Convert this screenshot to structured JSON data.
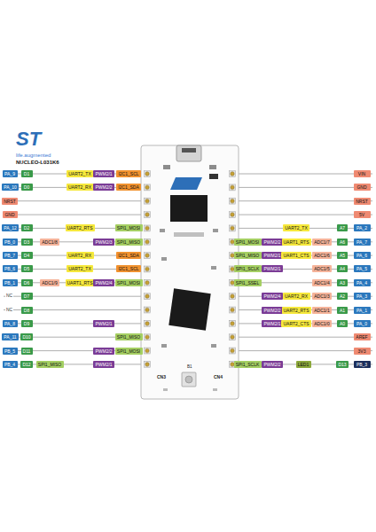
{
  "diagram": {
    "nodes": [
      {
        "text": [
          "PA_9"
        ]
      },
      {
        "text": [
          "D1"
        ]
      },
      {
        "text": [
          "UART2_TX"
        ]
      },
      {
        "text": [
          "PWM2/1"
        ]
      },
      {
        "text": [
          "I2C1_SCL"
        ]
      },
      {
        "text": [
          "VIN"
        ]
      },
      {
        "text": [
          "PA_10"
        ]
      },
      {
        "text": [
          "D0"
        ]
      },
      {
        "text": [
          "UART2_RX"
        ]
      },
      {
        "text": [
          "PWM2/2"
        ]
      },
      {
        "text": [
          "I2C1_SDA"
        ]
      },
      {
        "text": [
          "GND"
        ]
      },
      {
        "text": [
          "NRST"
        ]
      },
      {
        "text": [
          "NRST"
        ]
      },
      {
        "text": [
          "GND"
        ]
      },
      {
        "text": [
          "5V"
        ]
      },
      {
        "text": [
          "PA_12"
        ]
      },
      {
        "text": [
          "D2"
        ]
      },
      {
        "text": [
          "UART2_RTS"
        ]
      },
      {
        "text": [
          "SPI1_MOSI"
        ]
      },
      {
        "text": [
          "UART2_TX"
        ]
      },
      {
        "text": [
          "A7"
        ]
      },
      {
        "text": [
          "PA_2"
        ]
      },
      {
        "text": [
          "PB_0"
        ]
      },
      {
        "text": [
          "D3"
        ]
      },
      {
        "text": [
          "ADC1/8"
        ]
      },
      {
        "text": [
          "PWM2/3"
        ]
      },
      {
        "text": [
          "SPI1_MISO"
        ]
      },
      {
        "text": [
          "SPI1_MOSI"
        ]
      },
      {
        "text": [
          "PWM2/2"
        ]
      },
      {
        "text": [
          "UART1_RTS"
        ]
      },
      {
        "text": [
          "ADC1/7"
        ]
      },
      {
        "text": [
          "A6"
        ]
      },
      {
        "text": [
          "PA_7"
        ]
      },
      {
        "text": [
          "PB_7"
        ]
      },
      {
        "text": [
          "D4"
        ]
      },
      {
        "text": [
          "UART2_RX"
        ]
      },
      {
        "text": [
          "I2C1_SDA"
        ]
      },
      {
        "text": [
          "SPI1_MISO"
        ]
      },
      {
        "text": [
          "PWM2/1"
        ]
      },
      {
        "text": [
          "UART1_CTS"
        ]
      },
      {
        "text": [
          "ADC1/6"
        ]
      },
      {
        "text": [
          "A5"
        ]
      },
      {
        "text": [
          "PA_6"
        ]
      },
      {
        "text": [
          "PB_6"
        ]
      },
      {
        "text": [
          "D5"
        ]
      },
      {
        "text": [
          "UART2_TX"
        ]
      },
      {
        "text": [
          "I2C1_SCL"
        ]
      },
      {
        "text": [
          "SPI1_SCLK"
        ]
      },
      {
        "text": [
          "PWM2/1"
        ]
      },
      {
        "text": [
          "ADC1/5"
        ]
      },
      {
        "text": [
          "A4"
        ]
      },
      {
        "text": [
          "PA_5"
        ]
      },
      {
        "text": [
          "PB_1"
        ]
      },
      {
        "text": [
          "D6"
        ]
      },
      {
        "text": [
          "ADC1/9"
        ]
      },
      {
        "text": [
          "UART1_RTS"
        ]
      },
      {
        "text": [
          "PWM2/4"
        ]
      },
      {
        "text": [
          "SPI1_MOSI"
        ]
      },
      {
        "text": [
          "SPI1_SSEL"
        ]
      },
      {
        "text": [
          "ADC1/4"
        ]
      },
      {
        "text": [
          "A3"
        ]
      },
      {
        "text": [
          "PA_4"
        ]
      },
      {
        "text": [
          "D7"
        ]
      },
      {
        "text": [
          "PWM2/4"
        ]
      },
      {
        "text": [
          "UART2_RX"
        ]
      },
      {
        "text": [
          "ADC1/3"
        ]
      },
      {
        "text": [
          "A2"
        ]
      },
      {
        "text": [
          "PA_3"
        ]
      },
      {
        "text": [
          "D8"
        ]
      },
      {
        "text": [
          "PWM2/2"
        ]
      },
      {
        "text": [
          "UART2_RTS"
        ]
      },
      {
        "text": [
          "ADC1/1"
        ]
      },
      {
        "text": [
          "A1"
        ]
      },
      {
        "text": [
          "PA_1"
        ]
      },
      {
        "text": [
          "PA_8"
        ]
      },
      {
        "text": [
          "D9"
        ]
      },
      {
        "text": [
          "PWM2/1"
        ]
      },
      {
        "text": [
          "PWM2/1"
        ]
      },
      {
        "text": [
          "UART2_CTS"
        ]
      },
      {
        "text": [
          "ADC1/0"
        ]
      },
      {
        "text": [
          "A0"
        ]
      },
      {
        "text": [
          "PA_0"
        ]
      },
      {
        "text": [
          "PA_11"
        ]
      },
      {
        "text": [
          "D10"
        ]
      },
      {
        "text": [
          "SPI1_MISO"
        ]
      },
      {
        "text": [
          "AREF"
        ]
      },
      {
        "text": [
          "PB_5"
        ]
      },
      {
        "text": [
          "D11"
        ]
      },
      {
        "text": [
          "PWM2/2"
        ]
      },
      {
        "text": [
          "SPI1_MOSI"
        ]
      },
      {
        "text": [
          "3V3"
        ]
      },
      {
        "text": [
          "PB_4"
        ]
      },
      {
        "text": [
          "D12"
        ]
      },
      {
        "text": [
          "SPI1_MISO"
        ]
      },
      {
        "text": [
          "PWM2/1"
        ]
      },
      {
        "text": [
          "SPI1_SCLK"
        ]
      },
      {
        "text": [
          "PWM2/2"
        ]
      },
      {
        "text": [
          "LED1"
        ]
      },
      {
        "text": [
          "D13"
        ]
      },
      {
        "text": [
          "PB_3"
        ]
      }
    ],
    "labels": [
      "ST",
      "life.augmented",
      "NUCLEO-L031K6",
      "NC",
      "NC",
      "CN3",
      "CN4",
      "B1"
    ]
  }
}
